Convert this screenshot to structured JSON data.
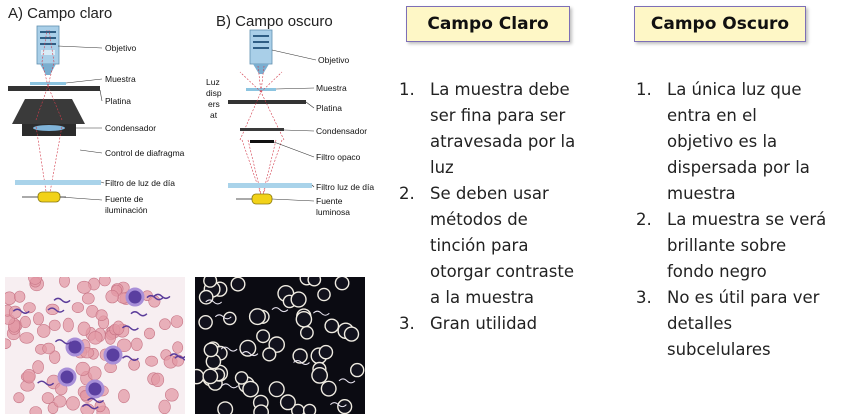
{
  "diagram_a": {
    "title": "A) Campo claro",
    "labels": {
      "objetivo": "Objetivo",
      "muestra": "Muestra",
      "platina": "Platina",
      "condensador": "Condensador",
      "control": "Control de diafragma",
      "filtro": "Filtro de luz de día",
      "fuente1": "Fuente de",
      "fuente2": "iluminación"
    }
  },
  "diagram_b": {
    "title": "B) Campo oscuro",
    "side": [
      "Luz",
      "disp",
      "ers",
      "at"
    ],
    "labels": {
      "objetivo": "Objetivo",
      "muestra": "Muestra",
      "platina": "Platina",
      "condensador": "Condensador",
      "filtro_opaco": "Filtro opaco",
      "filtro": "Filtro luz de día",
      "fuente1": "Fuente",
      "fuente2": "luminosa"
    }
  },
  "campo_claro": {
    "header": "Campo Claro",
    "items": [
      {
        "num": "1.",
        "lines": [
          "La muestra debe",
          "ser fina para ser",
          "atravesada por la",
          "luz"
        ]
      },
      {
        "num": "2.",
        "lines": [
          "Se deben usar",
          "métodos de",
          "tinción para",
          "otorgar contraste",
          "a la muestra"
        ]
      },
      {
        "num": "3.",
        "lines": [
          "Gran utilidad"
        ]
      }
    ]
  },
  "campo_oscuro": {
    "header": "Campo Oscuro",
    "items": [
      {
        "num": "1.",
        "lines": [
          "La única luz que",
          "entra en el",
          "objetivo es la",
          "dispersada por la",
          "muestra"
        ]
      },
      {
        "num": "2.",
        "lines": [
          "La muestra se verá",
          "brillante sobre",
          "fondo negro"
        ]
      },
      {
        "num": "3.",
        "lines": [
          "No es útil para ver",
          "detalles",
          "subcelulares"
        ]
      }
    ]
  },
  "colors": {
    "header_bg": "#fef7c6",
    "header_border": "#7d6fb6",
    "rbc_brightfield": "#e39aa6",
    "dark_field_bg": "#0b0b12"
  }
}
